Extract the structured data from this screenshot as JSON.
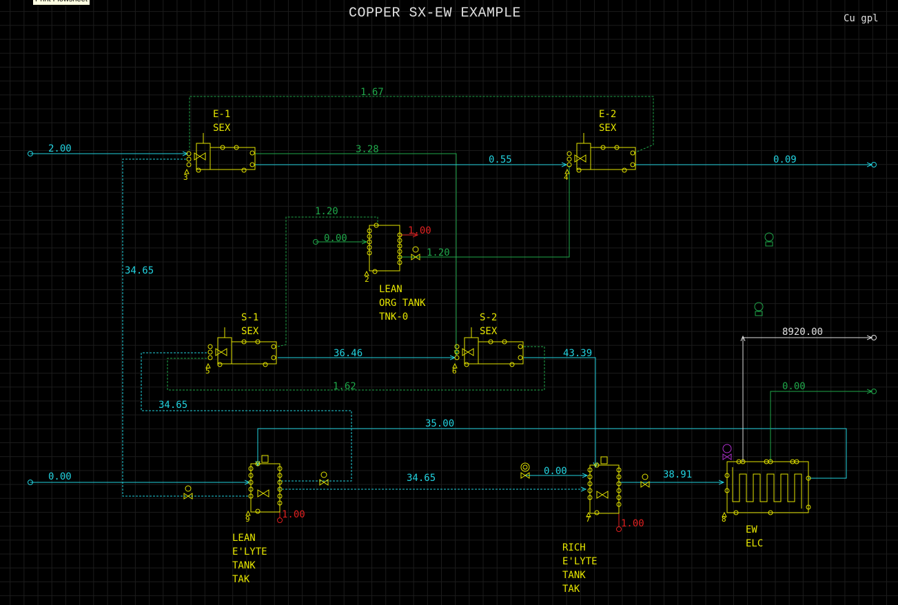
{
  "tooltip": "Print Flowsheet",
  "title": "COPPER SX-EW EXAMPLE",
  "units": "Cu gpl",
  "units_list": [
    {
      "id": "e1",
      "lines": [
        "E-1",
        "SEX"
      ],
      "num": "3"
    },
    {
      "id": "e2",
      "lines": [
        "E-2",
        "SEX"
      ],
      "num": "4"
    },
    {
      "id": "s1",
      "lines": [
        "S-1",
        "SEX"
      ],
      "num": "5"
    },
    {
      "id": "s2",
      "lines": [
        "S-2",
        "SEX"
      ],
      "num": "6"
    },
    {
      "id": "lean_org",
      "lines": [
        "LEAN",
        "ORG TANK",
        "TNK-0"
      ],
      "num": "2"
    },
    {
      "id": "lean_elyte",
      "lines": [
        "LEAN",
        "E'LYTE",
        "TANK",
        "TAK"
      ],
      "num": "9"
    },
    {
      "id": "rich_elyte",
      "lines": [
        "RICH",
        "E'LYTE",
        "TANK",
        "TAK"
      ],
      "num": "7"
    },
    {
      "id": "ew",
      "lines": [
        "EW",
        "ELC"
      ],
      "num": "8"
    }
  ],
  "streams": {
    "feed_in": "2.00",
    "org_loop": "1.67",
    "e1_to_s2": "3.28",
    "e1_to_e2": "0.55",
    "raff_out": "0.09",
    "org_tank_loop": "1.20",
    "org_tank_in": "0.00",
    "org_tank_red": "1.00",
    "org_tank_out": "1.20",
    "left_loop": "34.65",
    "s1_to_s2": "36.46",
    "s2_out": "43.39",
    "s_loop": "1.62",
    "lean_loop": "34.65",
    "recycle": "35.00",
    "lean_in": "0.00",
    "lean_to_rich": "34.65",
    "rich_in": "0.00",
    "rich_to_ew": "38.91",
    "lean_red": "1.00",
    "rich_red": "1.00",
    "cathode_out": "8920.00",
    "ew_gas_out": "0.00"
  },
  "colors": {
    "background": "#000000",
    "yellow": "#e6e600",
    "cyan": "#22d3e0",
    "green": "#1fa84a",
    "red": "#e02020",
    "white": "#e0e0e0",
    "magenta": "#b030d0"
  }
}
